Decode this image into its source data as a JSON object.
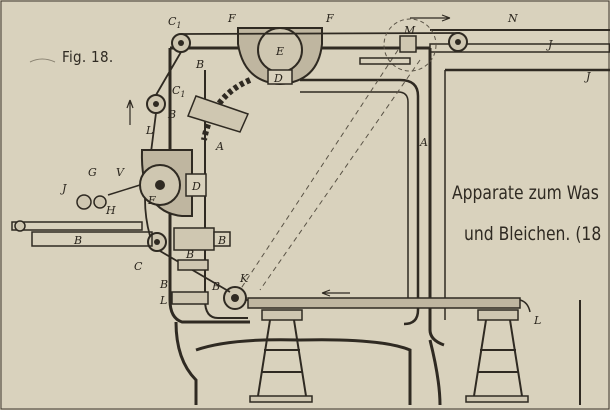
{
  "figure": {
    "label": "Fig. 18.",
    "caption_line1": "Apparate zum Was",
    "caption_line2": "und Bleichen. (18"
  },
  "labels": {
    "C1_top": "C",
    "C1_sub": "1",
    "F_left": "F",
    "F_right": "F",
    "E": "E",
    "D_top": "D",
    "M": "M",
    "N": "N",
    "J_right1": "J",
    "J_right2": "J",
    "B_upper": "B",
    "C1_mid": "C",
    "C1_mid_sub": "1",
    "L_left": "L",
    "B_mid": "B",
    "A_inner": "A",
    "A_right": "A",
    "G": "G",
    "V": "V",
    "J_left": "J",
    "H": "H",
    "F_mid": "F",
    "D_mid": "D",
    "B_left_bar": "B",
    "C_lower": "C",
    "B_lower_block": "B",
    "B_lower_block2": "B",
    "B_foot": "B",
    "L_foot": "L",
    "B_near_K": "B",
    "K": "K",
    "L_right": "L"
  }
}
